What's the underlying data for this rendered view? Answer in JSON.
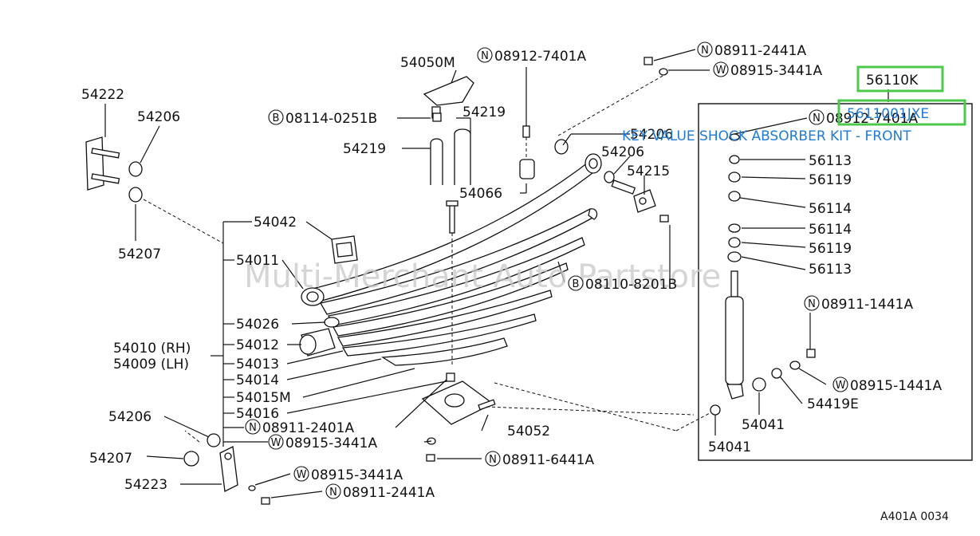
{
  "watermark": "Multi-Merchant Auto Partstore",
  "footer_code": "A401A 0034",
  "highlight": {
    "part_number": "56110K",
    "kit_number": "5611001JXE",
    "kit_description": "KEY VALUE SHOCK ABSORBER KIT - FRONT"
  },
  "labels": {
    "p54222": "54222",
    "p54206_a": "54206",
    "p54207_a": "54207",
    "p54050m": "54050M",
    "p54219_a": "54219",
    "p54219_b": "54219",
    "p54066": "54066",
    "p54206_b": "54206",
    "p54206_c": "54206",
    "p54215": "54215",
    "p54042": "54042",
    "p54011": "54011",
    "p54026": "54026",
    "p54012": "54012",
    "p54010": "54010 (RH)",
    "p54009": "54009 (LH)",
    "p54013": "54013",
    "p54014": "54014",
    "p54015m": "54015M",
    "p54016": "54016",
    "p54206_d": "54206",
    "p54207_b": "54207",
    "p54223": "54223",
    "p54052": "54052",
    "p56113_a": "56113",
    "p56119_a": "56119",
    "p56114_a": "56114",
    "p56114_b": "56114",
    "p56119_b": "56119",
    "p56113_b": "56113",
    "p54041_a": "54041",
    "p54041_b": "54041",
    "p54419e": "54419E"
  },
  "fasteners": {
    "f1": {
      "symbol": "N",
      "code": "08912-7401A"
    },
    "f2": {
      "symbol": "N",
      "code": "08911-2441A"
    },
    "f3": {
      "symbol": "W",
      "code": "08915-3441A"
    },
    "f4": {
      "symbol": "B",
      "code": "08114-0251B"
    },
    "f5": {
      "symbol": "N",
      "code": "08912-7401A"
    },
    "f6": {
      "symbol": "B",
      "code": "08110-8201B"
    },
    "f7": {
      "symbol": "N",
      "code": "08911-1441A"
    },
    "f8": {
      "symbol": "W",
      "code": "08915-1441A"
    },
    "f9": {
      "symbol": "N",
      "code": "08911-2401A"
    },
    "f10": {
      "symbol": "W",
      "code": "08915-3441A"
    },
    "f11": {
      "symbol": "N",
      "code": "08911-6441A"
    },
    "f12": {
      "symbol": "W",
      "code": "08915-3441A"
    },
    "f13": {
      "symbol": "N",
      "code": "08911-2441A"
    }
  }
}
